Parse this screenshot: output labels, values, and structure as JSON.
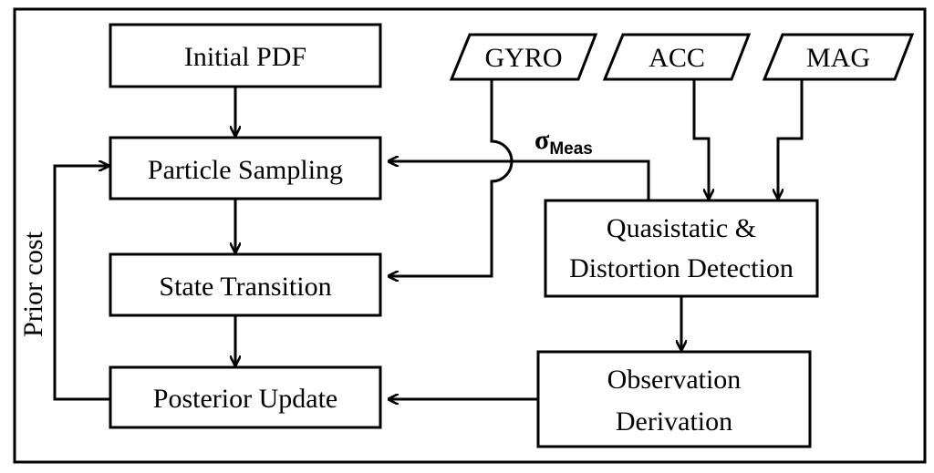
{
  "nodes": {
    "initial_pdf": "Initial PDF",
    "particle_sampling": "Particle Sampling",
    "state_transition": "State Transition",
    "posterior_update": "Posterior Update",
    "quasistatic_line1": "Quasistatic &",
    "quasistatic_line2": "Distortion Detection",
    "observation_line1": "Observation",
    "observation_line2": "Derivation"
  },
  "inputs": {
    "gyro": "GYRO",
    "acc": "ACC",
    "mag": "MAG"
  },
  "edge_labels": {
    "sigma_symbol": "σ",
    "sigma_subscript": "Meas",
    "prior_cost": "Prior cost"
  }
}
